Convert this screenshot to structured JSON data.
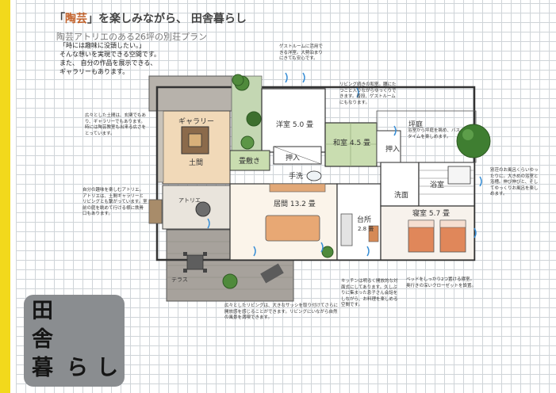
{
  "title": {
    "open": "「",
    "highlight": "陶芸",
    "close": "」",
    "rest": "を楽しみながら、 田舎暮らし"
  },
  "subtitle": "陶芸アトリエのある26坪の別荘プラン",
  "intro": {
    "l1": "「時には趣味に没頭したい。」",
    "l2": "そんな想いを実現できる空間です。",
    "l3": "また、 自分の作品を展示できる、",
    "l4": "ギャラリーもあります。"
  },
  "rooms": {
    "gallery": "ギャラリー",
    "doma": "土間",
    "atelier": "アトリエ",
    "terrace": "テラス",
    "yoshitsu": "洋室 5.0 畳",
    "washitsu": "和室 4.5 畳",
    "oshiire1": "押入",
    "oshiire2": "押入",
    "tatami_bench": "畳敷き",
    "tearai": "手洗",
    "living": "居間 13.2 畳",
    "kitchen": "台所",
    "kitchen_size": "2.8 畳",
    "senmen": "洗面",
    "yokushitsu": "浴室",
    "shinshitsu": "寝室 5.7 畳",
    "tsuboniwa": "坪庭"
  },
  "notes": {
    "doma": "広々とした土間は、玄関でもあり、ギャラリーでもあります。時には陶芸教室も出来る広さをとっています。",
    "atelier": "自分の趣味を楽しむアトリエ。アトリエは、土間ギャラリーとリビングとも繋がっています。室前の庭を眺めて行ける様に鉄骨口もあります。",
    "guest": "ゲストルームに活用できる洋室。大勢泊まりにきても安心です。",
    "washitsu": "リビング続きの和室。腰にたつこと入りながらゆっくりできます。普段、ゲストルームにもなります。",
    "tsuboniwa": "浴室から坪庭を眺め、バスタイムを楽しめます。",
    "bath": "別荘のお風呂くらいゆったりに。大きめの浴室と浴槽。伸び伸びと、そしてゆっくりお風呂を楽しめます。",
    "living": "広々としたリビングは、大きなサッシを取り付けてさらに開放感を感じることができます。リビングにいながら自然の風景を満喫できます。",
    "kitchen": "キッチンは明るく開放的な対面式にしてあります。久しぶりに集まった息子さん会話をしながら、お料理を楽しめる空間です。",
    "bedroom": "ベッドをしっかり2つ置ける寝室。奥行きの深いクローゼットを設置。"
  },
  "logo": {
    "c1": "田",
    "c2": "舎",
    "c3": "暮",
    "c4": "ら",
    "c5": "し"
  }
}
